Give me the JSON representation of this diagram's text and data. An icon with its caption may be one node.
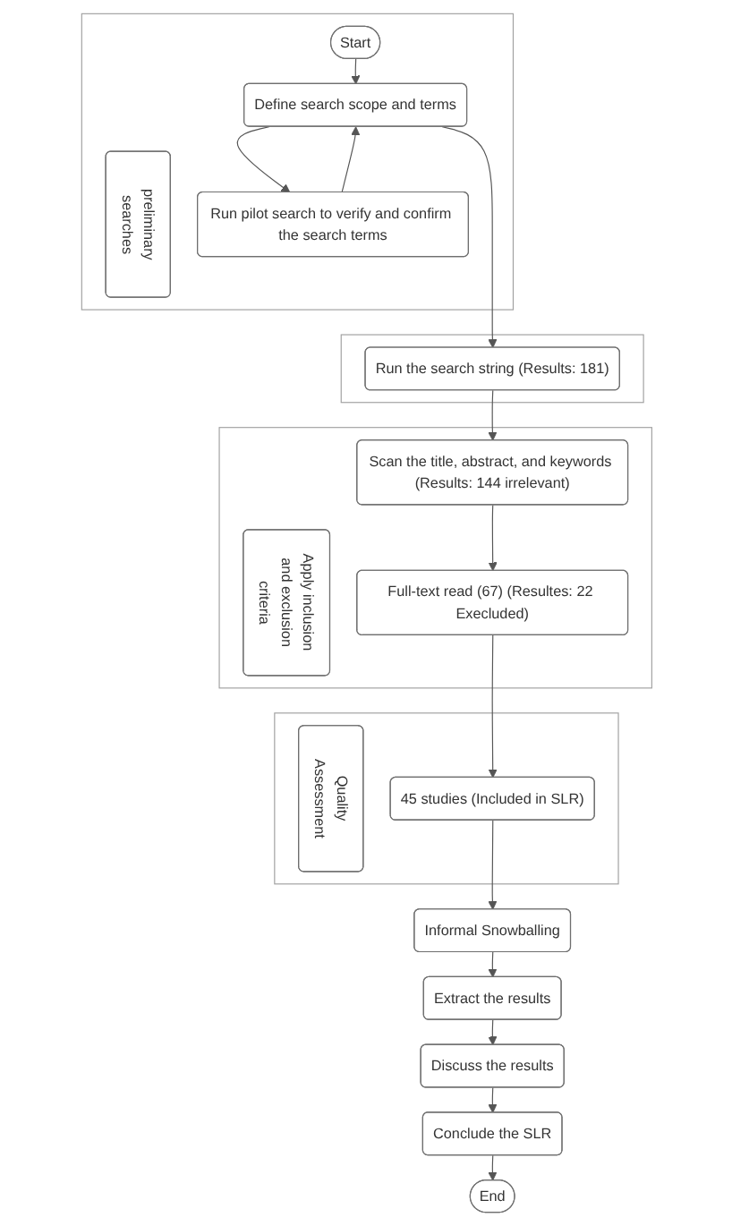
{
  "diagram": {
    "nodes": [
      {
        "text": [],
        "shape": "band"
      },
      {
        "text": [
          "preliminary searches"
        ],
        "in": 0
      },
      {
        "text": [
          "Start"
        ],
        "in": 0
      },
      {
        "text": [
          "Define search scope and terms"
        ],
        "in": 0
      },
      {
        "text": [
          "Run pilot search to verify and confirm the search terms"
        ],
        "in": 0
      },
      {
        "text": [],
        "shape": "band"
      },
      {
        "text": [
          "Run the search string (Results: 181)"
        ],
        "in": 5
      },
      {
        "text": [],
        "shape": "band"
      },
      {
        "text": [
          "Apply inclusion and exclusion criteria"
        ],
        "in": 7
      },
      {
        "text": [
          "Scan the title, abstract, and keywords (Results: 144 irrelevant)"
        ],
        "in": 7
      },
      {
        "text": [
          "Full-text read (67) (Resultes: 22 Execluded)"
        ],
        "in": 7
      },
      {
        "text": [],
        "shape": "band"
      },
      {
        "text": [
          "Quality Assessment"
        ],
        "in": 11
      },
      {
        "text": [
          "45 studies (Included in SLR)"
        ],
        "in": 11
      },
      {
        "text": [
          "Conclude the SLR"
        ]
      },
      {
        "text": [
          "Discuss the results"
        ]
      },
      {
        "text": [
          "Extract the results"
        ]
      },
      {
        "text": [
          "Informal Snowballing"
        ]
      },
      {
        "text": [
          "End"
        ]
      }
    ],
    "edges": [
      {
        "from": 2,
        "to": 3,
        "arrow": "to"
      },
      {
        "from": 3,
        "to": 4,
        "arrow": "to"
      },
      {
        "from": 4,
        "to": 3,
        "arrow": "to"
      },
      {
        "from": 3,
        "to": 6,
        "arrow": "to"
      },
      {
        "from": 6,
        "to": 9,
        "arrow": "to"
      },
      {
        "from": 9,
        "to": 10,
        "arrow": "to"
      },
      {
        "from": 10,
        "to": 13,
        "arrow": "to"
      },
      {
        "from": 13,
        "to": 17,
        "arrow": "to"
      },
      {
        "from": 17,
        "to": 16,
        "arrow": "to"
      },
      {
        "from": 16,
        "to": 15,
        "arrow": "to"
      },
      {
        "from": 15,
        "to": 14,
        "arrow": "to"
      },
      {
        "from": 14,
        "to": 18,
        "arrow": "to"
      }
    ]
  }
}
